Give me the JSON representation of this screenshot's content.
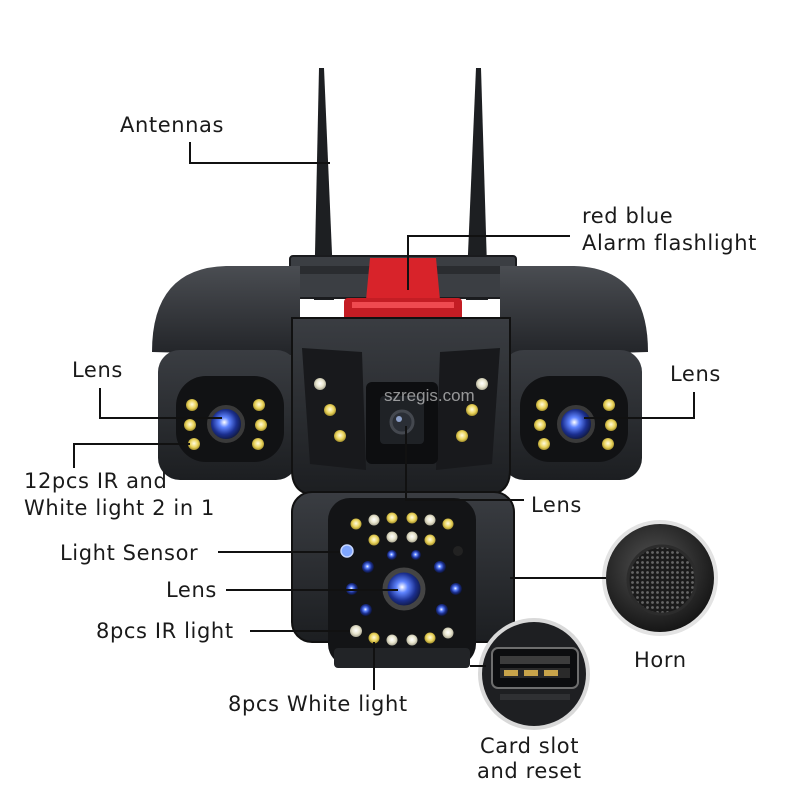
{
  "labels": {
    "antennas": "Antennas",
    "alarm_line1": "red blue",
    "alarm_line2": "Alarm flashlight",
    "lens_left": "Lens",
    "lens_right": "Lens",
    "ir_line1": "12pcs IR and",
    "ir_line2": "White light 2 in 1",
    "lens_center": "Lens",
    "light_sensor": "Light Sensor",
    "lens_lower": "Lens",
    "ir_8": "8pcs IR light",
    "white_8": "8pcs White light",
    "horn": "Horn",
    "card_line1": "Card slot",
    "card_line2": "and reset"
  },
  "watermark": "szregis.com",
  "colors": {
    "body": "#26282c",
    "body_dark": "#15171a",
    "alarm_red": "#d8232a",
    "lens_blue": "#2a4fd8",
    "leader_line": "#111111"
  }
}
